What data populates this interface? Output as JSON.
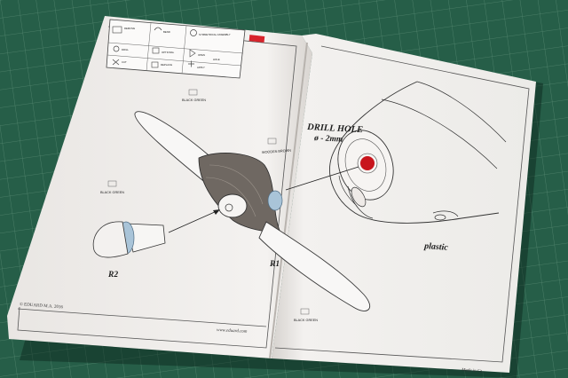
{
  "legend": {
    "swatch_color": "#d8242c",
    "cells": [
      "REMOVE",
      "BEND",
      "SYMMETRICAL ASSEMBLY",
      "DRILL",
      "OPTIONAL",
      "OPEN",
      "HOLE",
      "REPLACE",
      "CUT",
      "APPLY"
    ]
  },
  "callouts": {
    "drill_hole": "DRILL HOLE",
    "drill_diameter": "ø - 2mm",
    "plastic": "plastic",
    "part_r1": "R1",
    "part_r2": "R2",
    "color_top": "BLACK GREEN",
    "color_mid": "WOODEN BROWN",
    "color_left": "BLACK GREEN",
    "color_bottom": "BLACK GREEN"
  },
  "footer": {
    "copyright": "© EDUARD  M.A. 2016",
    "website": "www.eduard.com",
    "made_in": "Made in Cz..."
  },
  "colors": {
    "mat": "#2c6b52",
    "paper": "#f2f0ee",
    "drill_mark": "#c8141c",
    "blade_shade": "#6f6862",
    "spinner_blue": "#a9c4d8"
  }
}
